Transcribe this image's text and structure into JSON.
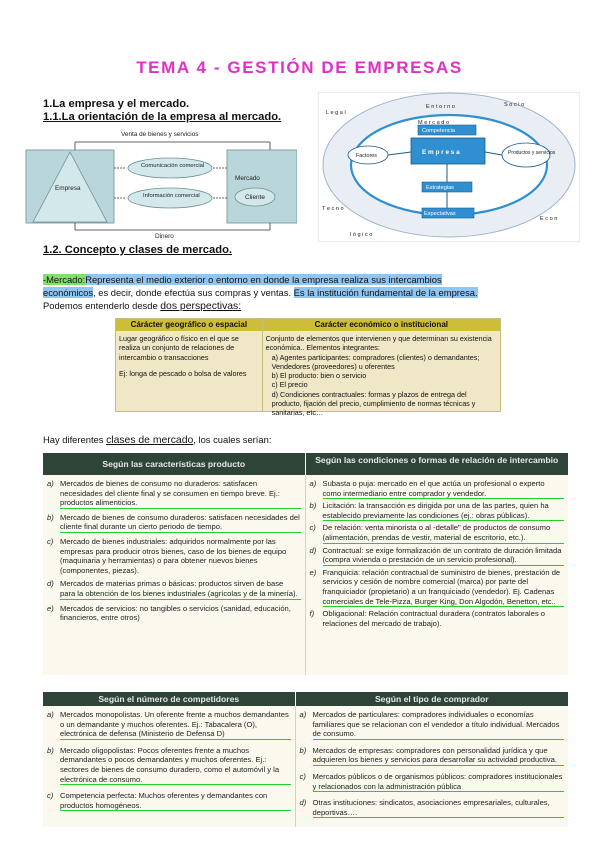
{
  "title": "TEMA 4 - GESTIÓN DE EMPRESAS",
  "headings": {
    "h1": "1.La empresa y el mercado.",
    "h11": "1.1.La orientación de la empresa al mercado.",
    "h12": "1.2. Concepto y clases de mercado."
  },
  "diagram1": {
    "top": "Venta de bienes y servicios",
    "empresa": "Empresa",
    "comm": "Comunicación comercial",
    "info": "Información comercial",
    "mercado": "Mercado",
    "cliente": "Cliente",
    "bottom": "Dinero"
  },
  "diagram2": {
    "empresa": "E m p r e s a",
    "competencia": "Competencia",
    "factores": "Factores",
    "productos": "Productos y servicios",
    "estrategias": "Estrategias",
    "expectativas": "Expectativas",
    "entorno": "E n t o r n o",
    "mercado": "M e r c a d o",
    "socio": "S o c i o",
    "legal": "L e g a l",
    "tecno": "T e c n o",
    "logico": "l ó g i c o",
    "econ": "E c o n"
  },
  "para1": {
    "label": "-Mercado:",
    "def1": "Representa el medio exterior o entorno en donde la empresa realiza sus intercambios",
    "def2": "económicos",
    "rest": ", es decir, donde efectúa sus compras y ventas. ",
    "fund": "Es la institución fundamental de la empresa.",
    "line2a": "Podemos entenderlo desde ",
    "line2b": "dos perspectivas:"
  },
  "khaki_table": {
    "h1": "Cárácter geográfico o espacial",
    "h2": "Carácter económico o institucional",
    "left1": "Lugar geográfico o físico en el que se realiza un conjunto de relaciones de intercambio o transacciones",
    "left2": "Ej: longa de pescado o bolsa de valores",
    "right_intro": "Conjunto de elementos que intervienen y que determinan su existencia económica.. Elementos integrantes:",
    "right_items": [
      "a)  Agentes participantes: compradores (clientes) o demandantes; Vendedores (proveedores) u oferentes",
      "b)  El producto: bien o servicio",
      "c)  El precio",
      "d)  Condiciones contractuales: formas y plazos de entrega del producto, fijación del precio, cumplimiento de normas técnicas y sanitarias, etc…"
    ]
  },
  "para2": {
    "a": "Hay diferentes ",
    "b": "clases de mercado",
    "c": ", los cuales serían:"
  },
  "table2": {
    "h_left": "Según las características producto",
    "h_right": "Según las condiciones o formas de relación de intercambio",
    "left": [
      {
        "l": "a)",
        "t": "Mercados de bienes de consumo no duraderos: satisfacen necesidades del cliente final y se consumen en tiempo breve. Ej.: productos alimenticios."
      },
      {
        "l": "b)",
        "t": "Mercado de bienes de consumo duraderos: satisfacen necesidades del cliente final durante un cierto periodo de tiempo."
      },
      {
        "l": "c)",
        "t": "Mercado de bienes industriales: adquiridos normalmente por las empresas para producir otros bienes, caso de los bienes de equipo (maquinaria y herramientas) o para obtener nuevos bienes (componentes, piezas)."
      },
      {
        "l": "d)",
        "t": "Mercados de materias primas o básicas: productos sirven de base para la obtención de los bienes industriales (agrícolas y de la minería)."
      },
      {
        "l": "e)",
        "t": "Mercados de servicios: no tangibles o servicios (sanidad, educación, financieros, entre otros)"
      }
    ],
    "right": [
      {
        "l": "a)",
        "t": "Subasta o puja: mercado en el que actúa un profesional o experto como intermediario entre comprador y vendedor."
      },
      {
        "l": "b)",
        "t": "Licitación: la transacción es dirigida por una de las partes, quien ha establecido previamente las condiciones (ej.: obras públicas)."
      },
      {
        "l": "c)",
        "t": "De relación: venta minorista o al -detalle\" de productos de consumo (alimentación, prendas de vestir, material de escritorio, etc.)."
      },
      {
        "l": "d)",
        "t": "Contractual: se exige formalización de un contrato de duración limitada (compra vivienda o prestación de un servicio profesional)."
      },
      {
        "l": "e)",
        "t": "Franquicia: relación contractual de suministro de bienes, prestación de servicios y cesión de nombre comercial (marca) por parte del franquiciador (propietario) a un franquiciado (vendedor). Ej. Cadenas comerciales de Tele-Pizza, Burger King, Don Algodón, Benetton, etc.."
      },
      {
        "l": "f)",
        "t": "Obligacional: Relación contractual duradera (contratos laborales o relaciones del mercado de trabajo)."
      }
    ]
  },
  "table3": {
    "h_left": "Según el número de competidores",
    "h_right": "Según el tipo de comprador",
    "left": [
      {
        "l": "a)",
        "t": "Mercados monopolistas. Un oferente frente a muchos demandantes o un demandante y muchos oferentes. Ej.: Tabacalera (O), electrónica de defensa (Ministerio de Defensa D)"
      },
      {
        "l": "b)",
        "t": "Mercado oligopolistas: Pocos oferentes frente a muchos demandantes o pocos demandantes y muchos oferentes. Ej.: sectores de bienes de consumo duradero, como el automóvil y la electrónica de consumo."
      },
      {
        "l": "c)",
        "t": "Competencia perfecta: Muchos oferentes y demandantes con productos homogéneos."
      }
    ],
    "right": [
      {
        "l": "a)",
        "t": "Mercados de particulares: compradores individuales o economías familiares que se relacionan con el vendedor a título individual. Mercados de consumo."
      },
      {
        "l": "b)",
        "t": "Mercados de empresas: compradores con personalidad jurídica y que adquieren los bienes y servicios para desarrollar su actividad productiva."
      },
      {
        "l": "c)",
        "t": "Mercados públicos o de organismos públicos: compradores institucionales y relacionados con la administración pública"
      },
      {
        "l": "d)",
        "t": "Otras instituciones: sindicatos, asociaciones empresariales, culturales, deportivas…."
      }
    ]
  }
}
